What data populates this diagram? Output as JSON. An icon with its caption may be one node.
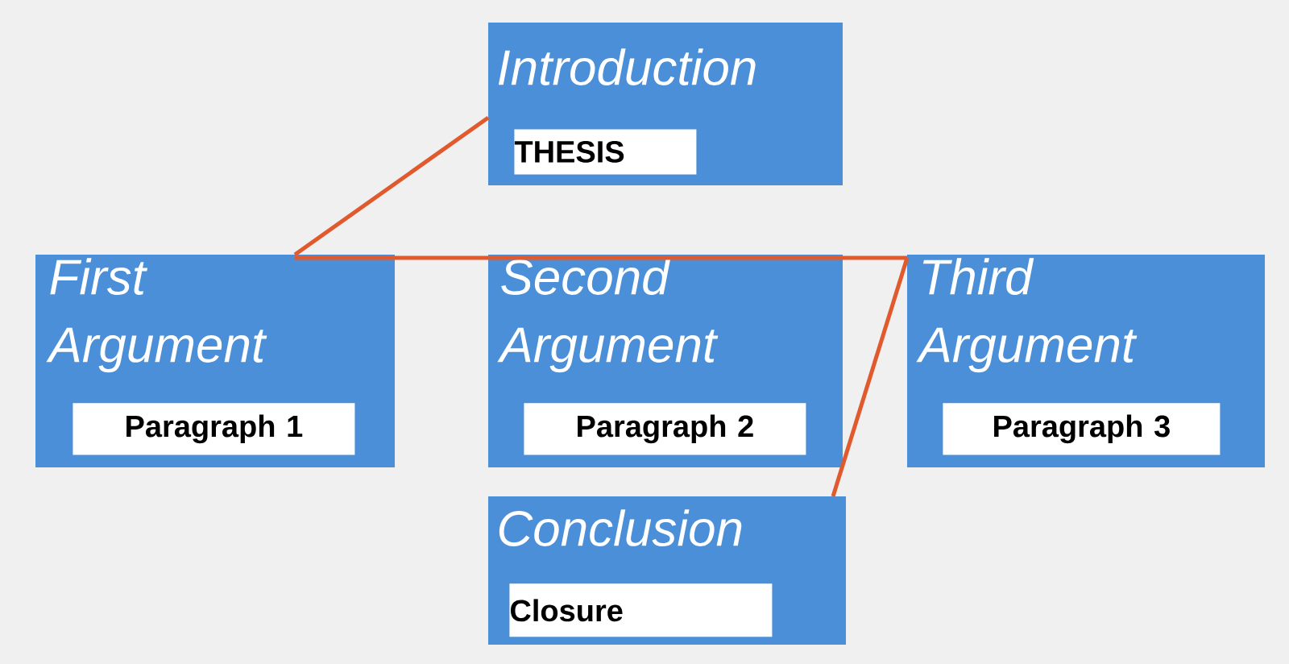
{
  "diagram": {
    "nodes": [
      {
        "text": [
          "Introduction",
          "THESIS"
        ]
      },
      {
        "text": [
          "First Argument",
          "Paragraph 1"
        ]
      },
      {
        "text": [
          "Second Argument",
          "Paragraph 2"
        ]
      },
      {
        "text": [
          "Third Argument",
          "Paragraph 3"
        ]
      },
      {
        "text": [
          "Conclusion",
          "Closure"
        ]
      }
    ],
    "edges": [
      {
        "from": 0,
        "to": 1,
        "arrow": "none",
        "color": "#e05a2e"
      },
      {
        "from": 1,
        "to": 3,
        "arrow": "none",
        "color": "#e05a2e"
      },
      {
        "from": 3,
        "to": 4,
        "arrow": "none",
        "color": "#e05a2e"
      }
    ]
  }
}
